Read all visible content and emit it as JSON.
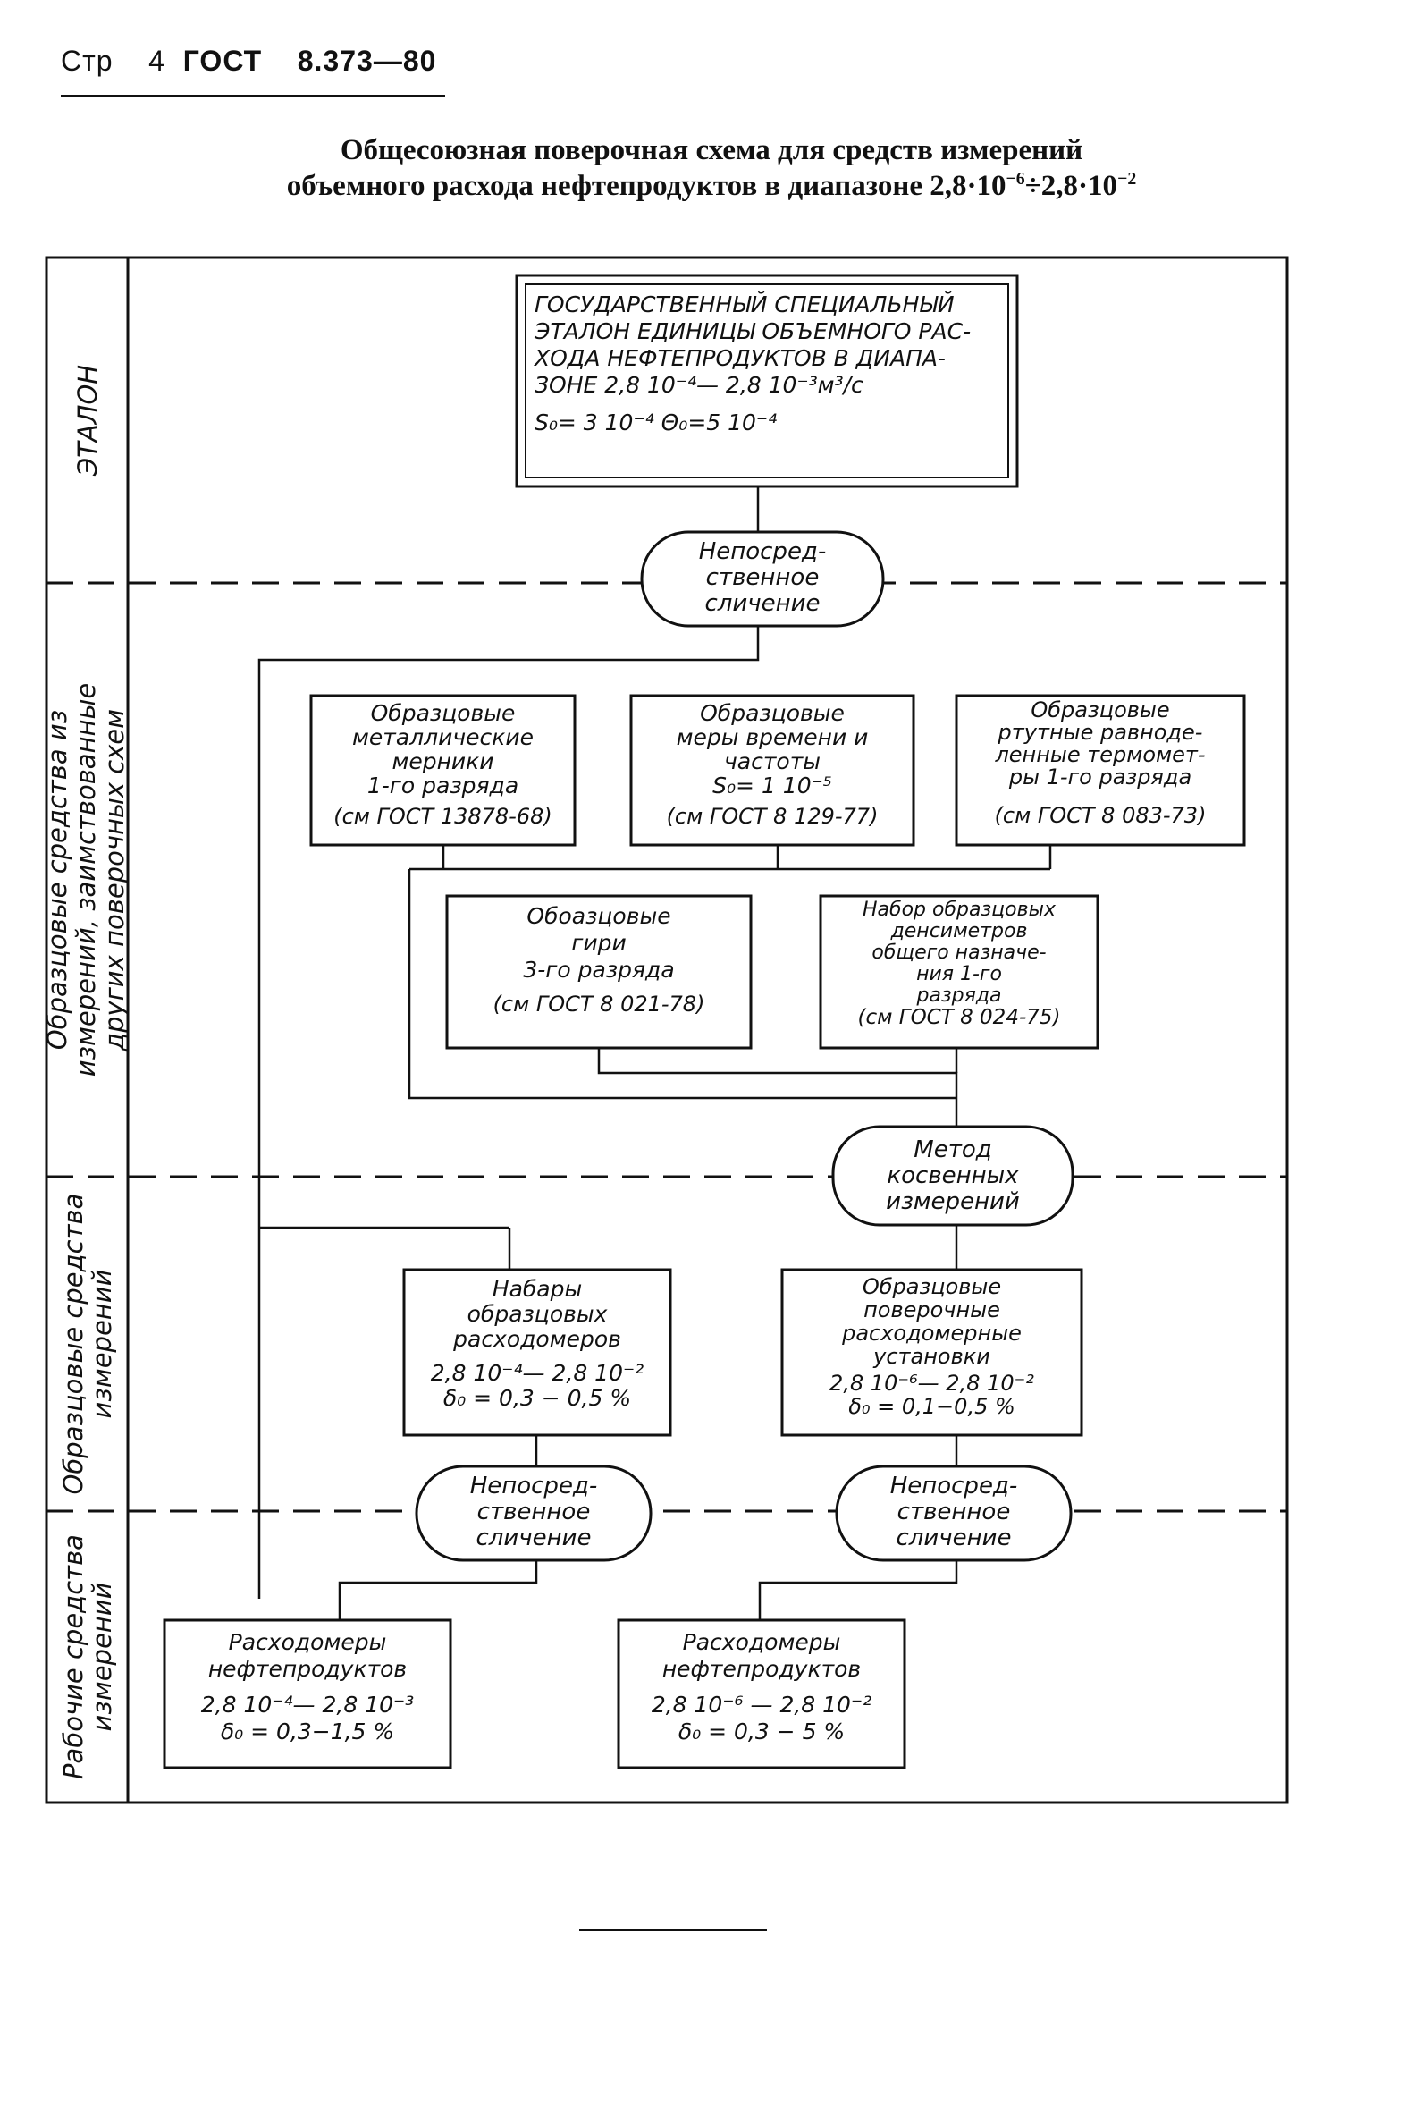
{
  "header": {
    "prefix": "Стр",
    "page_number": "4",
    "standard": "ГОСТ",
    "code": "8.373—80"
  },
  "title": {
    "line1": "Общесоюзная поверочная схема для средств измерений",
    "line2_text": "объемного расхода нефтепродуктов в диапазоне 2,8·10",
    "line2_exp1": "−6",
    "line2_sep": "÷2,8·10",
    "line2_exp2": "−2"
  },
  "rows": {
    "etalon": "ЭТАЛОН",
    "borrowed_1": "Образцовые средства из",
    "borrowed_2": "измерений, заимствованные",
    "borrowed_3": "других поверочных схем",
    "reference_1": "Образцовые средства",
    "reference_2": "измерений",
    "working_1": "Рабочие средства",
    "working_2": "измерений"
  },
  "boxes": {
    "standard": {
      "line1": "ГОСУДАРСТВЕННЫЙ СПЕЦИАЛЬНЫЙ",
      "line2": "ЭТАЛОН ЕДИНИЦЫ ОБЪЕМНОГО РАС-",
      "line3": "ХОДА НЕФТЕПРОДУКТОВ В ДИАПА-",
      "line4": "ЗОНЕ   2,8 10⁻⁴— 2,8 10⁻³м³/с",
      "line5": "S₀= 3  10⁻⁴          Θ₀=5 10⁻⁴"
    },
    "direct_compare_top": {
      "line1": "Непосред-",
      "line2": "ственное",
      "line3": "сличение"
    },
    "metal_measures": {
      "line1": "Образцовые",
      "line2": "металлические",
      "line3": "мерники",
      "line4": "1-го разряда",
      "line5": "(см ГОСТ 13878-68)"
    },
    "time_measures": {
      "line1": "Образцовые",
      "line2": "меры времени и",
      "line3": "частоты",
      "line4": "S₀= 1 10⁻⁵",
      "line5": "(см ГОСТ 8 129-77)"
    },
    "thermometers": {
      "line1": "Образцовые",
      "line2": "ртутные равноде-",
      "line3": "ленные термомет-",
      "line4": "ры 1-го разряда",
      "line5": "(см ГОСТ 8 083-73)"
    },
    "weights": {
      "line1": "Обоазцовые",
      "line2": "гири",
      "line3": "3-го разряда",
      "line4": "(см ГОСТ 8 021-78)"
    },
    "densimeters": {
      "line1": "Набор образцовых",
      "line2": "денсиметров",
      "line3": "общего назначе-",
      "line4": "ния 1-го",
      "line5": "разряда",
      "line6": "(см  ГОСТ 8 024-75)"
    },
    "indirect_method": {
      "line1": "Метод",
      "line2": "косвенных",
      "line3": "измерений"
    },
    "flowmeter_sets": {
      "line1": "Набары",
      "line2": "образцовых",
      "line3": "расходомеров",
      "line4": "2,8 10⁻⁴— 2,8 10⁻²",
      "line5": "δ₀ = 0,3 − 0,5 %"
    },
    "calibration_units": {
      "line1": "Образцовые",
      "line2": "поверочные",
      "line3": "расходомерные",
      "line4": "установки",
      "line5": "2,8 10⁻⁶— 2,8 10⁻²",
      "line6": "δ₀ = 0,1−0,5 %"
    },
    "direct_compare_left": {
      "line1": "Непосред-",
      "line2": "ственное",
      "line3": "сличение"
    },
    "direct_compare_right": {
      "line1": "Непосред-",
      "line2": "ственное",
      "line3": "сличение"
    },
    "working_flowmeters_1": {
      "line1": "Расходомеры",
      "line2": "нефтепродуктов",
      "line3": "2,8 10⁻⁴— 2,8 10⁻³",
      "line4": "δ₀ = 0,3−1,5 %"
    },
    "working_flowmeters_2": {
      "line1": "Расходомеры",
      "line2": "нефтепродуктов",
      "line3": "2,8 10⁻⁶ — 2,8 10⁻²",
      "line4": "δ₀ = 0,3 − 5 %"
    }
  }
}
